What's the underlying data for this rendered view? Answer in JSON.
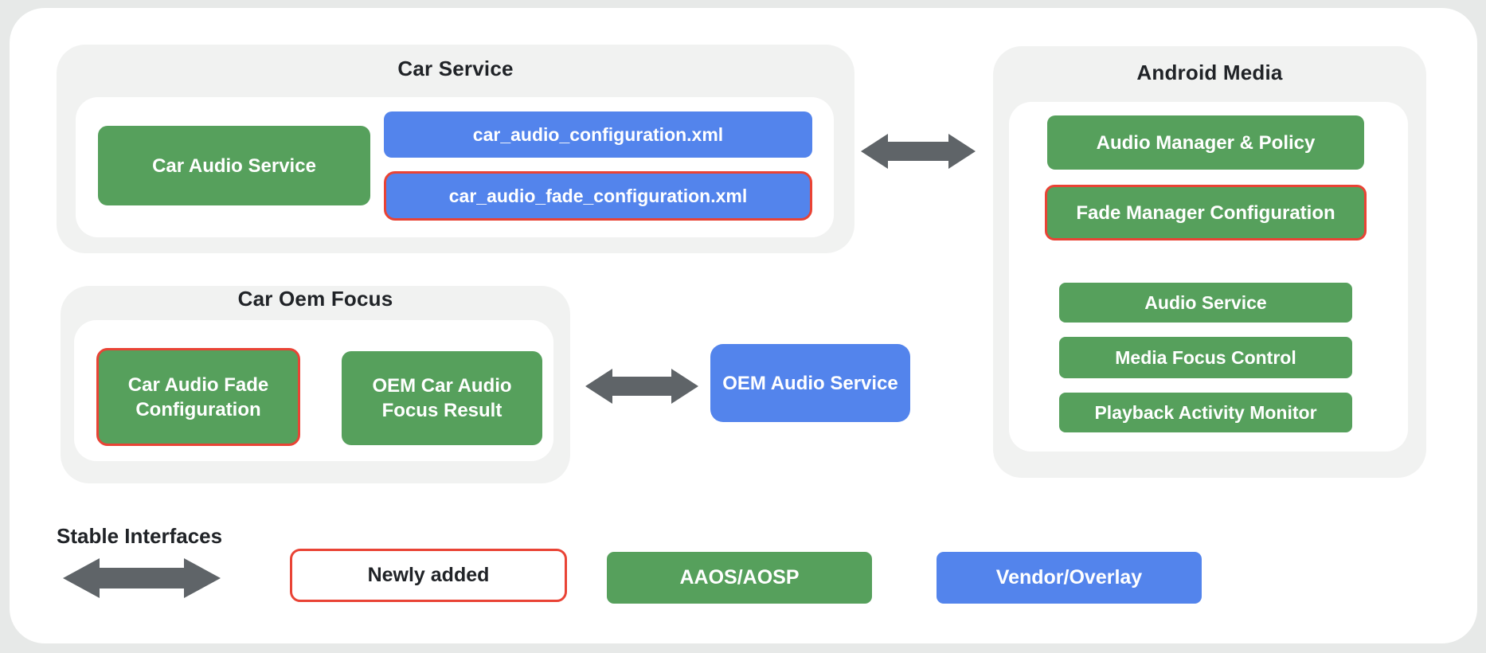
{
  "panels": {
    "car_service": {
      "title": "Car Service"
    },
    "android_media": {
      "title": "Android Media"
    },
    "car_oem_focus": {
      "title": "Car Oem Focus"
    }
  },
  "nodes": {
    "car_audio_service": {
      "label": "Car Audio Service"
    },
    "car_audio_configuration_xml": {
      "label": "car_audio_configuration.xml"
    },
    "car_audio_fade_configuration_xml": {
      "label": "car_audio_fade_configuration.xml"
    },
    "audio_manager_policy": {
      "label": "Audio Manager & Policy"
    },
    "fade_manager_configuration": {
      "label": "Fade Manager Configuration"
    },
    "audio_service": {
      "label": "Audio Service"
    },
    "media_focus_control": {
      "label": "Media Focus Control"
    },
    "playback_activity_monitor": {
      "label": "Playback Activity Monitor"
    },
    "car_audio_fade_configuration": {
      "label": "Car Audio Fade Configuration"
    },
    "oem_car_audio_focus_result": {
      "label": "OEM Car Audio Focus Result"
    },
    "oem_audio_service": {
      "label": "OEM Audio Service"
    }
  },
  "legend": {
    "stable_interfaces_label": "Stable Interfaces",
    "newly_added_label": "Newly added",
    "aaos_label": "AAOS/AOSP",
    "vendor_label": "Vendor/Overlay"
  },
  "icons": {
    "stable_interface_arrow": "double-headed-arrow"
  },
  "colors": {
    "aaos_green": "#56A05C",
    "vendor_blue": "#5384EC",
    "newly_added_red": "#E94335",
    "arrow_gray": "#5F6468",
    "panel_gray": "#F1F2F1",
    "page_background": "#E7E9E8"
  }
}
